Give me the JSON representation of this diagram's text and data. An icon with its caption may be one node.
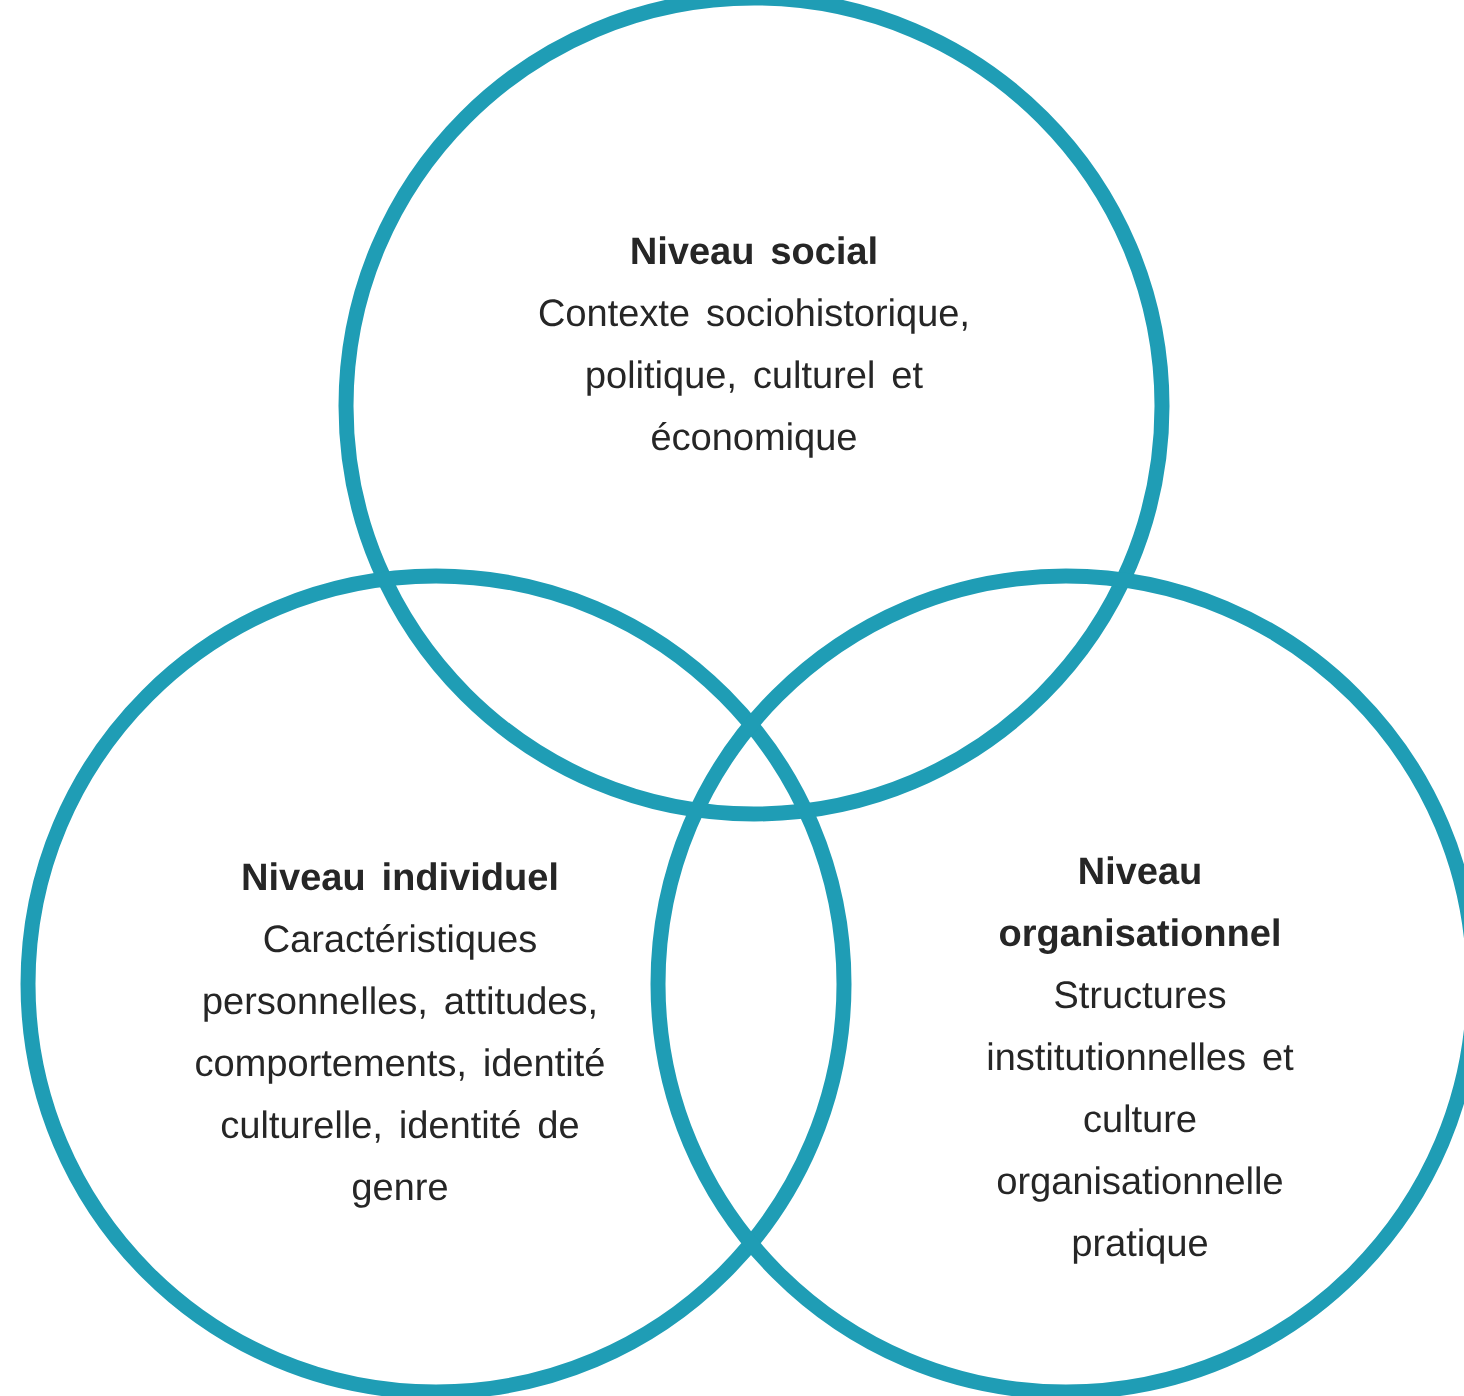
{
  "diagram": {
    "nodes": [
      {
        "text": [
          "Niveau social",
          "Contexte sociohistorique, politique, culturel et économique"
        ]
      },
      {
        "text": [
          "Niveau individuel",
          "Caractéristiques personnelles, attitudes, comportements, identité culturelle, identité de genre"
        ]
      },
      {
        "text": [
          "Niveau organisationnel",
          "Structures institutionnelles et culture organisationnelle pratique"
        ]
      }
    ]
  }
}
